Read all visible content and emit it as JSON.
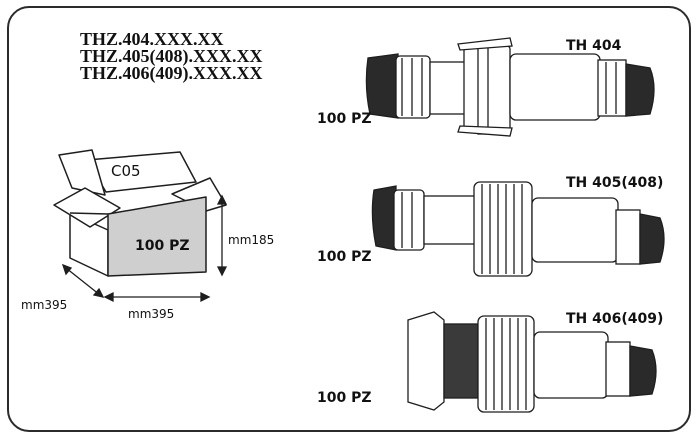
{
  "product_codes": [
    "THZ.404.XXX.XX",
    "THZ.405(408).XXX.XX",
    "THZ.406(409).XXX.XX"
  ],
  "box": {
    "code": "C05",
    "quantity": "100 PZ",
    "height": "mm185",
    "depth": "mm395",
    "width": "mm395"
  },
  "connectors": [
    {
      "model": "TH 404",
      "quantity": "100 PZ"
    },
    {
      "model": "TH 405(408)",
      "quantity": "100 PZ"
    },
    {
      "model": "TH 406(409)",
      "quantity": "100 PZ"
    }
  ],
  "colors": {
    "box_front_fill": "#cfcfcf",
    "line": "#1e1e1e",
    "border": "#2b2b2b"
  }
}
